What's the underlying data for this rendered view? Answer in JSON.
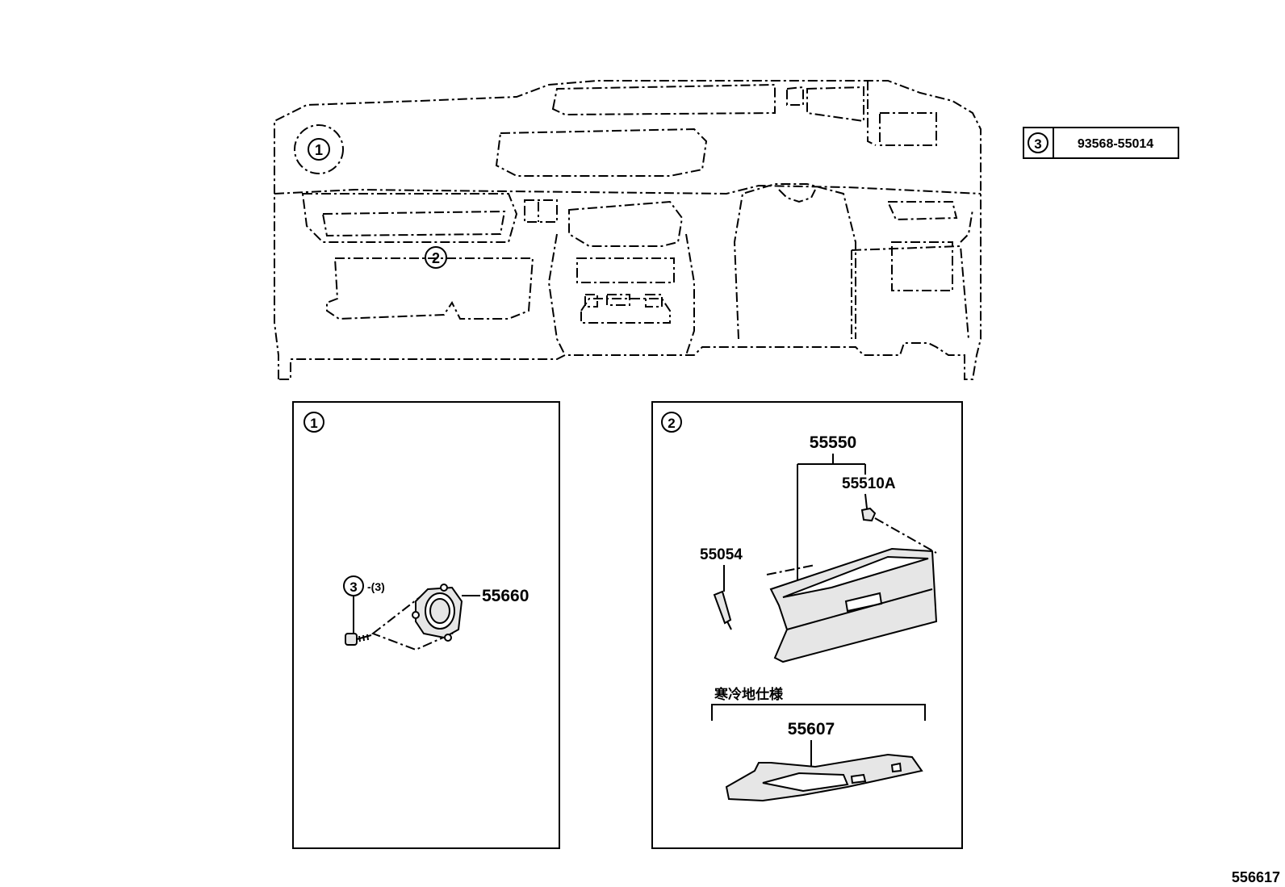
{
  "reference_table": {
    "callout": "3",
    "part_number": "93568-55014"
  },
  "overview": {
    "callout_1": "1",
    "callout_2": "2"
  },
  "panel_1": {
    "badge": "1",
    "screw_callout": "3",
    "screw_qty": "-(3)",
    "vent_part": "55660"
  },
  "panel_2": {
    "badge": "2",
    "assembly_part": "55550",
    "bumper_part": "55510A",
    "damper_part": "55054",
    "cold_spec_label": "寒冷地仕様",
    "cold_spec_part": "55607"
  },
  "diagram_code": "556617"
}
